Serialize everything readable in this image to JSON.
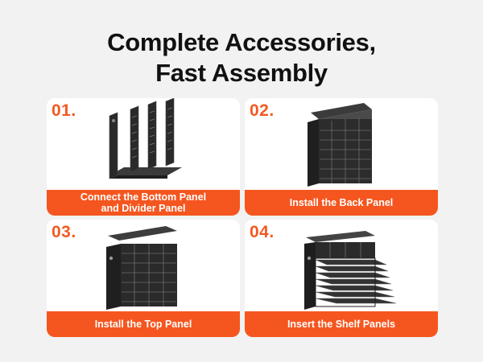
{
  "title": {
    "line1": "Complete Accessories,",
    "line2": "Fast Assembly"
  },
  "steps": [
    {
      "number": "01.",
      "label_line1": "Connect the Bottom Panel",
      "label_line2": "and Divider Panel"
    },
    {
      "number": "02.",
      "label_line1": "Install the Back Panel"
    },
    {
      "number": "03.",
      "label_line1": "Install the Top Panel"
    },
    {
      "number": "04.",
      "label_line1": "Insert the Shelf Panels"
    }
  ],
  "colors": {
    "accent": "#f5561f",
    "number": "#f25a22",
    "product": "#2b2b2b",
    "background": "#f2f2f2",
    "card": "#ffffff"
  }
}
